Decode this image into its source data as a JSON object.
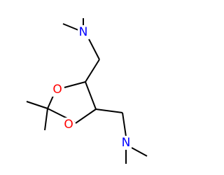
{
  "molecule": {
    "colors": {
      "bond": "#000000",
      "oxygen": "#ff0000",
      "nitrogen": "#0000ff",
      "background": "#ffffff"
    },
    "atoms": {
      "n_top": {
        "symbol": "N",
        "color_key": "nitrogen"
      },
      "o_ring_left": {
        "symbol": "O",
        "color_key": "oxygen"
      },
      "o_ring_lower": {
        "symbol": "O",
        "color_key": "oxygen"
      },
      "n_bottom": {
        "symbol": "N",
        "color_key": "nitrogen"
      }
    }
  }
}
